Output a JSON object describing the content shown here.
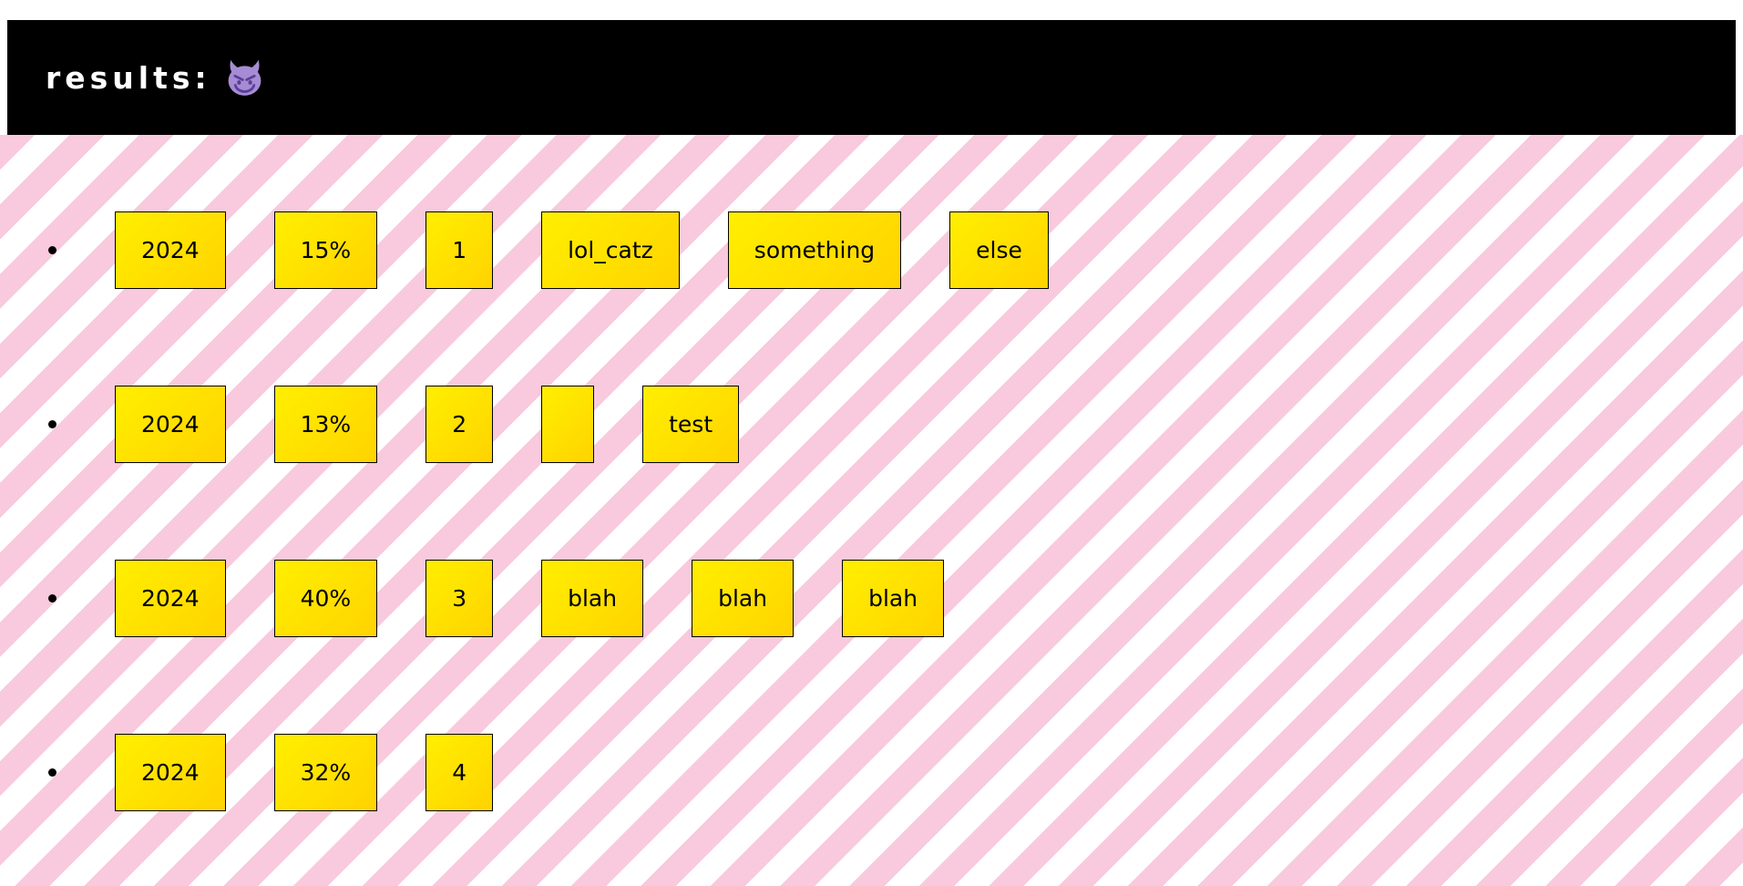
{
  "header": {
    "title": "results:",
    "emoji": "😈",
    "emoji_name": "smiling-face-with-horns"
  },
  "results": {
    "rows": [
      {
        "items": [
          "2024",
          "15%",
          "1",
          "lol_catz",
          "something",
          "else"
        ]
      },
      {
        "items": [
          "2024",
          "13%",
          "2",
          "",
          "test"
        ]
      },
      {
        "items": [
          "2024",
          "40%",
          "3",
          "blah",
          "blah",
          "blah"
        ]
      },
      {
        "items": [
          "2024",
          "32%",
          "4"
        ]
      }
    ]
  },
  "colors": {
    "header_bg": "#000000",
    "title_text": "#ffffff",
    "stripe_pink": "#f9c9dd",
    "stripe_white": "#ffffff",
    "box_gradient_start": "#ffef00",
    "box_gradient_end": "#ffd300",
    "box_border": "#000000",
    "box_text": "#000000",
    "bullet": "#000000",
    "emoji_face": "#a68cd4",
    "emoji_features": "#5b3f98"
  }
}
